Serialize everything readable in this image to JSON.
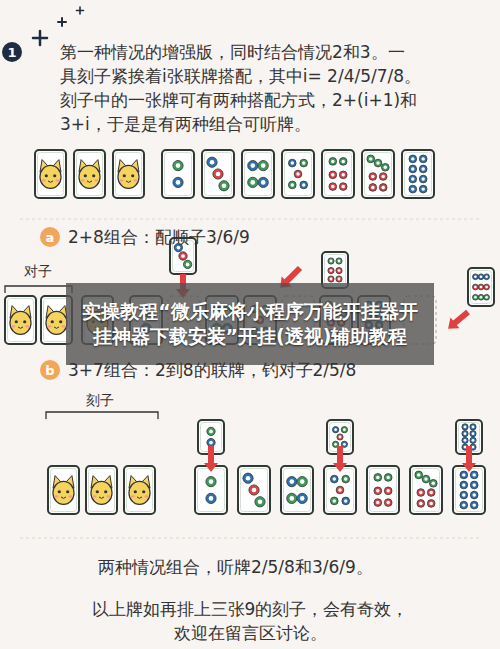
{
  "diagram": {
    "nodes": [
      {
        "text": [
          "1"
        ]
      },
      {
        "text": [
          "a"
        ]
      },
      {
        "text": [
          "实操教程“微乐麻将小程序万能开挂器开挂神器下载安装”开挂(透视)辅助教程"
        ]
      },
      {
        "text": [
          "b"
        ]
      }
    ],
    "labels": [
      "第一种情况的增强版，同时结合情况2和3。一",
      "具刻子紧挨着i张联牌搭配，其中i= 2/4/5/7/8。",
      "刻子中的一张牌可有两种搭配方式，2+(i+1)和",
      "3+i，于是是有两种组合可听牌。",
      "2+8组合：配顺子3/6/9",
      "对子",
      "3+7组合：2到8的联牌，钓对子2/5/8",
      "刻子",
      "两种情况组合，听牌2/5/8和3/6/9。",
      "以上牌如再排上三张9的刻子，会有奇效，",
      "欢迎在留言区讨论。"
    ]
  }
}
